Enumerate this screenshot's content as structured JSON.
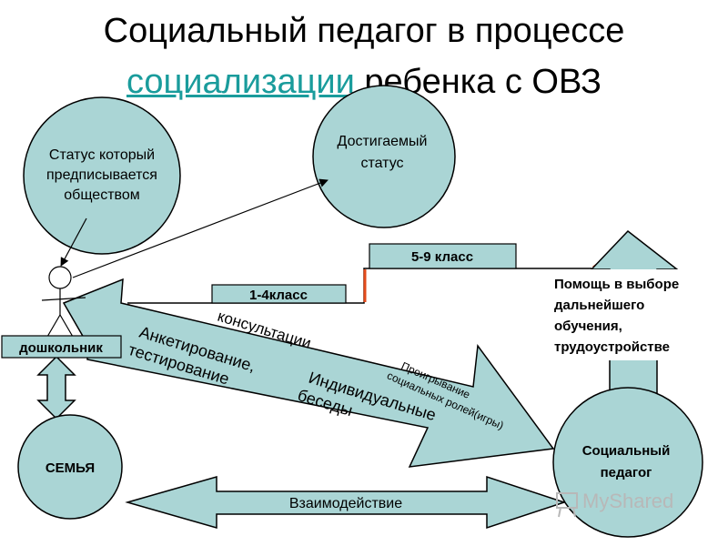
{
  "title": {
    "line1": "Социальный педагог в процессе",
    "link": "социализации",
    "line2_rest": " ребенка с ОВЗ"
  },
  "circles": {
    "status_prescribed": [
      "Статус который",
      "предписывается",
      "обществом"
    ],
    "status_achieved": [
      "Достигаемый",
      "статус"
    ],
    "family": "СЕМЬЯ",
    "social_pedagog": [
      "Социальный",
      "педагог"
    ]
  },
  "labels": {
    "preschooler": "дошкольник",
    "grade_1_4": "1-4класс",
    "grade_5_9": "5-9 класс",
    "help": [
      "Помощь в выборе",
      "дальнейшего",
      "обучения,",
      "трудоустройстве"
    ],
    "consult": "консультации",
    "survey": [
      "Анкетирование,",
      "тестирование"
    ],
    "individual": [
      "Индивидуальные",
      "беседы"
    ],
    "roleplay": [
      "Проигрывание",
      "социальных ролей(игры)"
    ],
    "interaction": "Взаимодействие"
  },
  "watermark": "MyShared",
  "colors": {
    "shape_fill": "#aad5d5",
    "outline": "#000000",
    "step_accent": "#e34a1a",
    "link": "#1a9c9c"
  }
}
